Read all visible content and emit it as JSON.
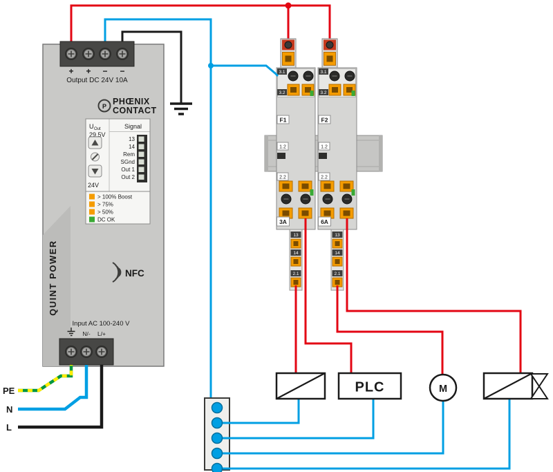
{
  "colors": {
    "wire_red": "#e30613",
    "wire_blue": "#009fe3",
    "wire_black": "#1a1a1a",
    "pe_green": "#009640",
    "pe_yellow": "#ffec00",
    "clamp_orange": "#f59c00",
    "led_orange": "#f59c00",
    "led_green": "#3aaa35"
  },
  "psu": {
    "brand": {
      "monogram": "P",
      "line1": "PHŒNIX",
      "line2": "CONTACT"
    },
    "output_label": "Output DC 24V 10A",
    "output_terminals": [
      "+",
      "+",
      "−",
      "−"
    ],
    "display": {
      "u_out_label": "U",
      "u_out_sub": "Out",
      "u_out_value": "29,5V",
      "signal_label": "Signal",
      "signal_pins": [
        "13",
        "14",
        "Rem",
        "SGnd",
        "Out 1",
        "Out 2"
      ],
      "adjust_label": "24V",
      "leds": [
        {
          "label": "> 100% Boost",
          "color": "#f59c00"
        },
        {
          "label": "> 75%",
          "color": "#f59c00"
        },
        {
          "label": "> 50%",
          "color": "#f59c00"
        },
        {
          "label": "DC OK",
          "color": "#3aaa35"
        }
      ]
    },
    "side_label": "QUINT POWER",
    "nfc_label": "NFC",
    "input_label": "Input AC 100-240 V",
    "input_terminals": [
      "N/-",
      "L/+"
    ]
  },
  "input_wires": {
    "pe": "PE",
    "n": "N",
    "l": "L"
  },
  "breakers": [
    {
      "name": "F1",
      "rating": "3A",
      "terminals": {
        "top": [
          "3.1",
          "3.2"
        ],
        "mid": [
          "1.2",
          "2.2"
        ],
        "aux": [
          "13",
          "14",
          "2.1"
        ]
      }
    },
    {
      "name": "F2",
      "rating": "6A",
      "terminals": {
        "top": [
          "3.1",
          "3.2"
        ],
        "mid": [
          "1.2",
          "2.2"
        ],
        "aux": [
          "13",
          "14",
          "2.1"
        ]
      }
    }
  ],
  "loads": {
    "plc_label": "PLC",
    "motor_label": "M"
  }
}
